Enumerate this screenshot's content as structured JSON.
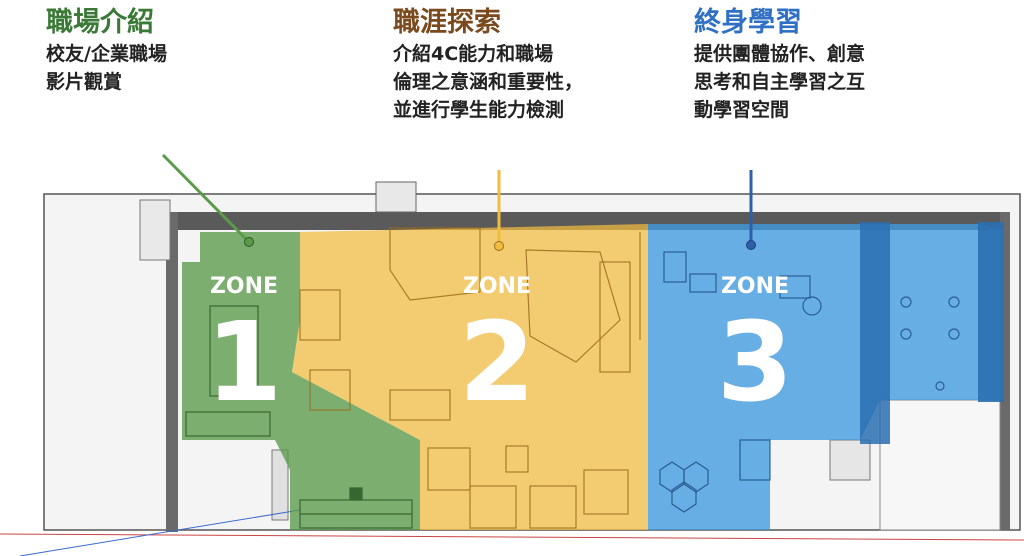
{
  "zones": [
    {
      "title": "職場介紹",
      "desc": "校友/企業職場\n影片觀賞",
      "label": "ZONE",
      "number": "1",
      "color": "#3a7a36"
    },
    {
      "title": "職涯探索",
      "desc": "介紹4C能力和職場\n倫理之意涵和重要性，\n並進行學生能力檢測",
      "label": "ZONE",
      "number": "2",
      "color": "#7a4a1e"
    },
    {
      "title": "終身學習",
      "desc": "提供團體協作、創意\n思考和自主學習之互\n動學習空間",
      "label": "ZONE",
      "number": "3",
      "color": "#2f6fc4"
    }
  ]
}
